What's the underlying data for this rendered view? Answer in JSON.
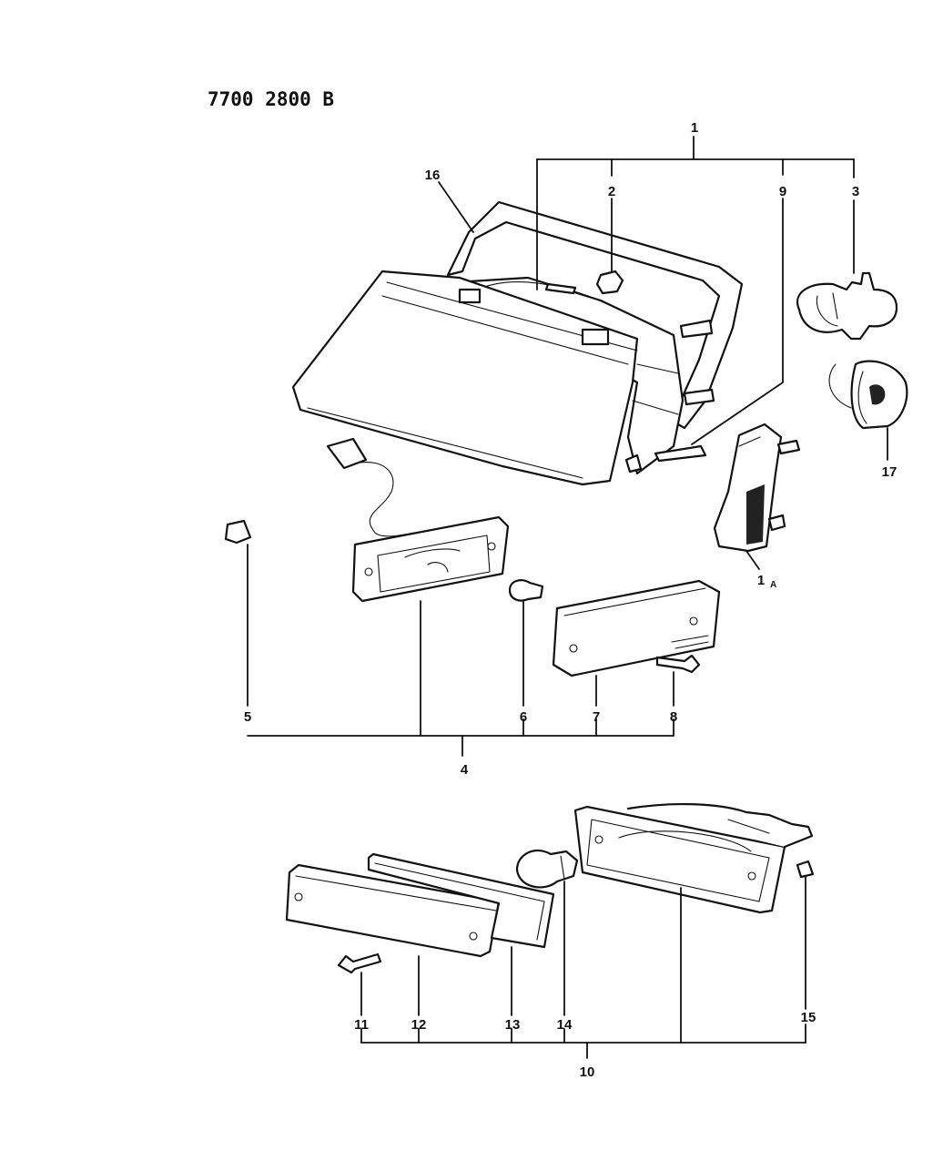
{
  "drawing_code": "7700 2800 B",
  "callouts": {
    "c1": "1",
    "c1a_main": "1",
    "c1a_sub": "A",
    "c2": "2",
    "c3": "3",
    "c4": "4",
    "c5": "5",
    "c6": "6",
    "c7": "7",
    "c8": "8",
    "c9": "9",
    "c10": "10",
    "c11": "11",
    "c12": "12",
    "c13": "13",
    "c14": "14",
    "c15": "15",
    "c16": "16",
    "c17": "17"
  }
}
